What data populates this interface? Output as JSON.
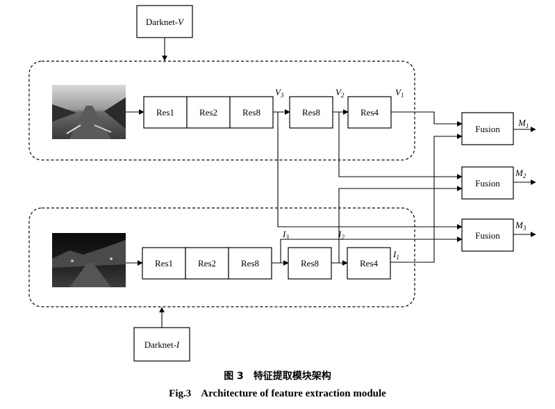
{
  "diagram": {
    "backbone_v": {
      "name": "Darknet-",
      "suffix": "V"
    },
    "backbone_i": {
      "name": "Darknet-",
      "suffix": "I"
    },
    "visible_branch": {
      "blocks": [
        "Res1",
        "Res2",
        "Res8"
      ],
      "second_block": "Res8",
      "third_block": "Res4",
      "outputs": [
        {
          "letter": "V",
          "index": "3"
        },
        {
          "letter": "V",
          "index": "2"
        },
        {
          "letter": "V",
          "index": "1"
        }
      ]
    },
    "infrared_branch": {
      "blocks": [
        "Res1",
        "Res2",
        "Res8"
      ],
      "second_block": "Res8",
      "third_block": "Res4",
      "outputs": [
        {
          "letter": "I",
          "index": "3"
        },
        {
          "letter": "I",
          "index": "2"
        },
        {
          "letter": "I",
          "index": "1"
        }
      ]
    },
    "fusion_label": "Fusion",
    "fused_outputs": [
      {
        "letter": "M",
        "index": "1"
      },
      {
        "letter": "M",
        "index": "2"
      },
      {
        "letter": "M",
        "index": "3"
      }
    ]
  },
  "caption": {
    "cn_number": "图 3",
    "cn_text": "特征提取模块架构",
    "en_number": "Fig.3",
    "en_text": "Architecture of feature extraction module"
  },
  "colors": {
    "line": "#000000",
    "background": "#ffffff"
  }
}
